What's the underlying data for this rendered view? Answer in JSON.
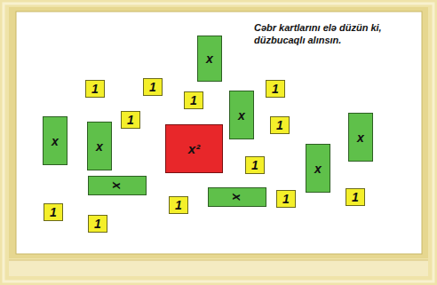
{
  "diagram": {
    "title": "Cəbr kartlarını elə düzün ki, düzbucaqlı alınsın.",
    "nodes": [
      {
        "text": [
          "x"
        ]
      },
      {
        "text": [
          "1"
        ]
      },
      {
        "text": [
          "1"
        ]
      },
      {
        "text": [
          "1"
        ]
      },
      {
        "text": [
          "x"
        ]
      },
      {
        "text": [
          "1"
        ]
      },
      {
        "text": [
          "1"
        ]
      },
      {
        "text": [
          "x"
        ]
      },
      {
        "text": [
          "x"
        ]
      },
      {
        "text": [
          "x²"
        ]
      },
      {
        "text": [
          "1"
        ]
      },
      {
        "text": [
          "x"
        ]
      },
      {
        "text": [
          "1"
        ]
      },
      {
        "text": [
          "x"
        ]
      },
      {
        "text": [
          "x"
        ]
      },
      {
        "text": [
          "x"
        ]
      },
      {
        "text": [
          "1"
        ]
      },
      {
        "text": [
          "1"
        ]
      },
      {
        "text": [
          "1"
        ]
      },
      {
        "text": [
          "1"
        ]
      },
      {
        "text": [
          "1"
        ]
      }
    ]
  }
}
